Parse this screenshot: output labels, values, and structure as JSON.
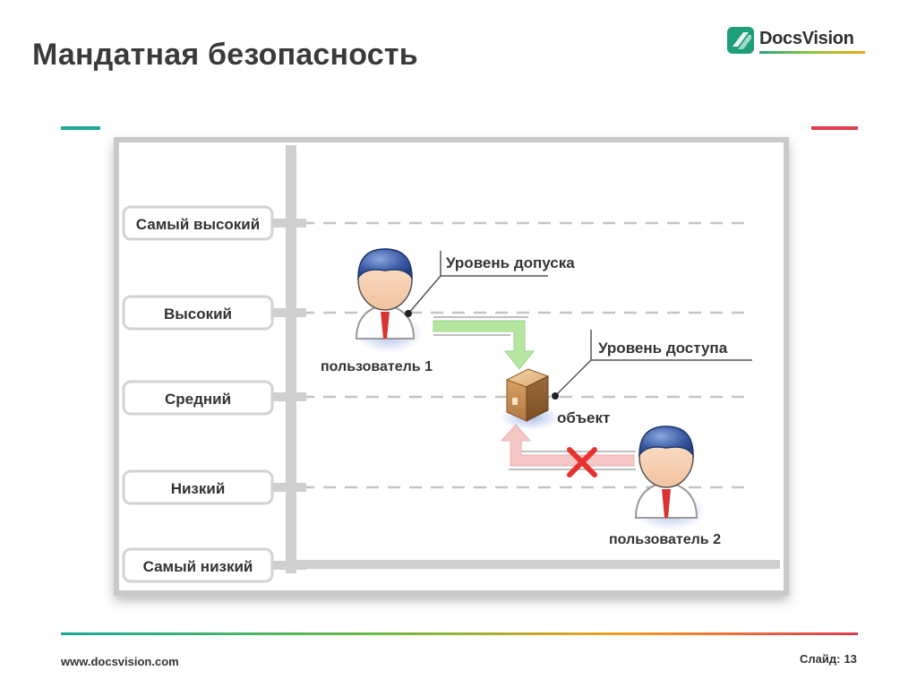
{
  "slide": {
    "title": "Мандатная безопасность",
    "logo_text": "DocsVision",
    "footer_url": "www.docsvision.com",
    "slide_label": "Слайд:",
    "slide_number": "13"
  },
  "diagram": {
    "levels": [
      "Самый высокий",
      "Высокий",
      "Средний",
      "Низкий",
      "Самый низкий"
    ],
    "labels": {
      "clearance": "Уровень допуска",
      "access": "Уровень доступа",
      "object": "объект",
      "user1": "пользователь 1",
      "user2": "пользователь 2"
    }
  },
  "colors": {
    "teal": "#1aa99a",
    "red": "#e23b50",
    "green_arrow": "#b4e6a0",
    "pink_arrow": "#f5c6c6",
    "cross": "#e8322f"
  }
}
